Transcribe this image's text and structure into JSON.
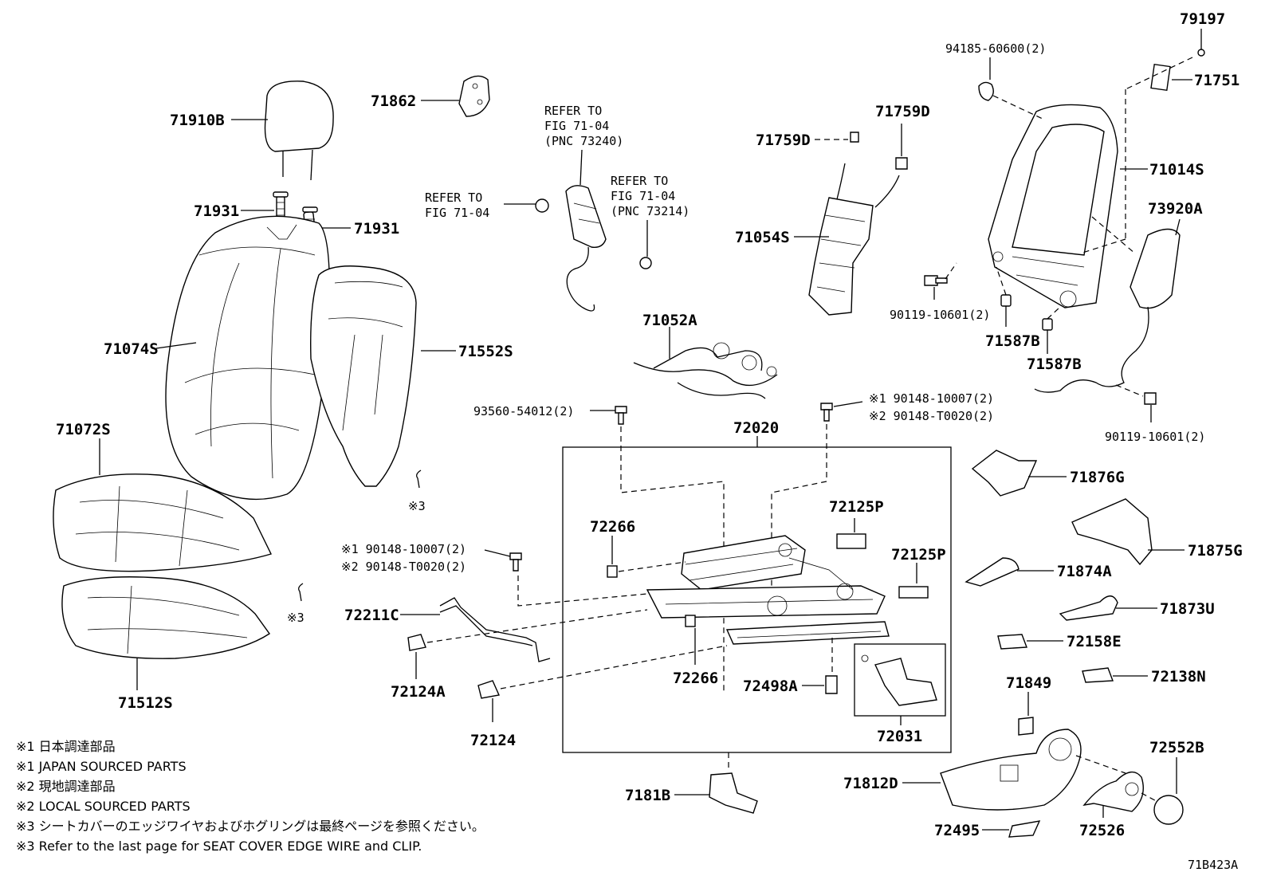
{
  "parts": {
    "p79197": "79197",
    "p94185": "94185-60600(2)",
    "p71751": "71751",
    "p71014S": "71014S",
    "p73920A": "73920A",
    "p90119a": "90119-10601(2)",
    "p71587B_1": "71587B",
    "p71587B_2": "71587B",
    "p90119b": "90119-10601(2)",
    "p71759D_1": "71759D",
    "p71759D_2": "71759D",
    "p71054S": "71054S",
    "p71052A": "71052A",
    "p71910B": "71910B",
    "p71931_1": "71931",
    "p71931_2": "71931",
    "p71862": "71862",
    "p71074S": "71074S",
    "p71552S": "71552S",
    "p71072S": "71072S",
    "p71512S": "71512S",
    "p93560": "93560-54012(2)",
    "p72020": "72020",
    "p72266_1": "72266",
    "p72266_2": "72266",
    "p72125P_1": "72125P",
    "p72125P_2": "72125P",
    "p72211C": "72211C",
    "p72124A": "72124A",
    "p72124": "72124",
    "p72498A": "72498A",
    "p72031": "72031",
    "p7181B": "7181B",
    "p71876G": "71876G",
    "p71875G": "71875G",
    "p71874A": "71874A",
    "p71873U": "71873U",
    "p72158E": "72158E",
    "p72138N": "72138N",
    "p71849": "71849",
    "p71812D": "71812D",
    "p72552B": "72552B",
    "p72495": "72495",
    "p72526": "72526"
  },
  "bolts_top": {
    "line1": "※1 90148-10007(2)",
    "line2": "※2 90148-T0020(2)"
  },
  "bolts_left": {
    "line1": "※1 90148-10007(2)",
    "line2": "※2 90148-T0020(2)"
  },
  "refs": {
    "ref1": [
      "REFER TO",
      "FIG 71-04",
      "(PNC 73240)"
    ],
    "ref2": [
      "REFER TO",
      "FIG 71-04"
    ],
    "ref3": [
      "REFER TO",
      "FIG 71-04",
      "(PNC 73214)"
    ]
  },
  "marks": {
    "m1": "※3",
    "m2": "※3"
  },
  "notes": [
    "※1  日本調達部品",
    "※1  JAPAN SOURCED PARTS",
    "※2  現地調達部品",
    "※2  LOCAL SOURCED PARTS",
    "※3  シートカバーのエッジワイヤおよびホグリングは最終ページを参照ください。",
    "※3  Refer to the last page for SEAT COVER EDGE WIRE and CLIP."
  ],
  "figure_id": "71B423A"
}
